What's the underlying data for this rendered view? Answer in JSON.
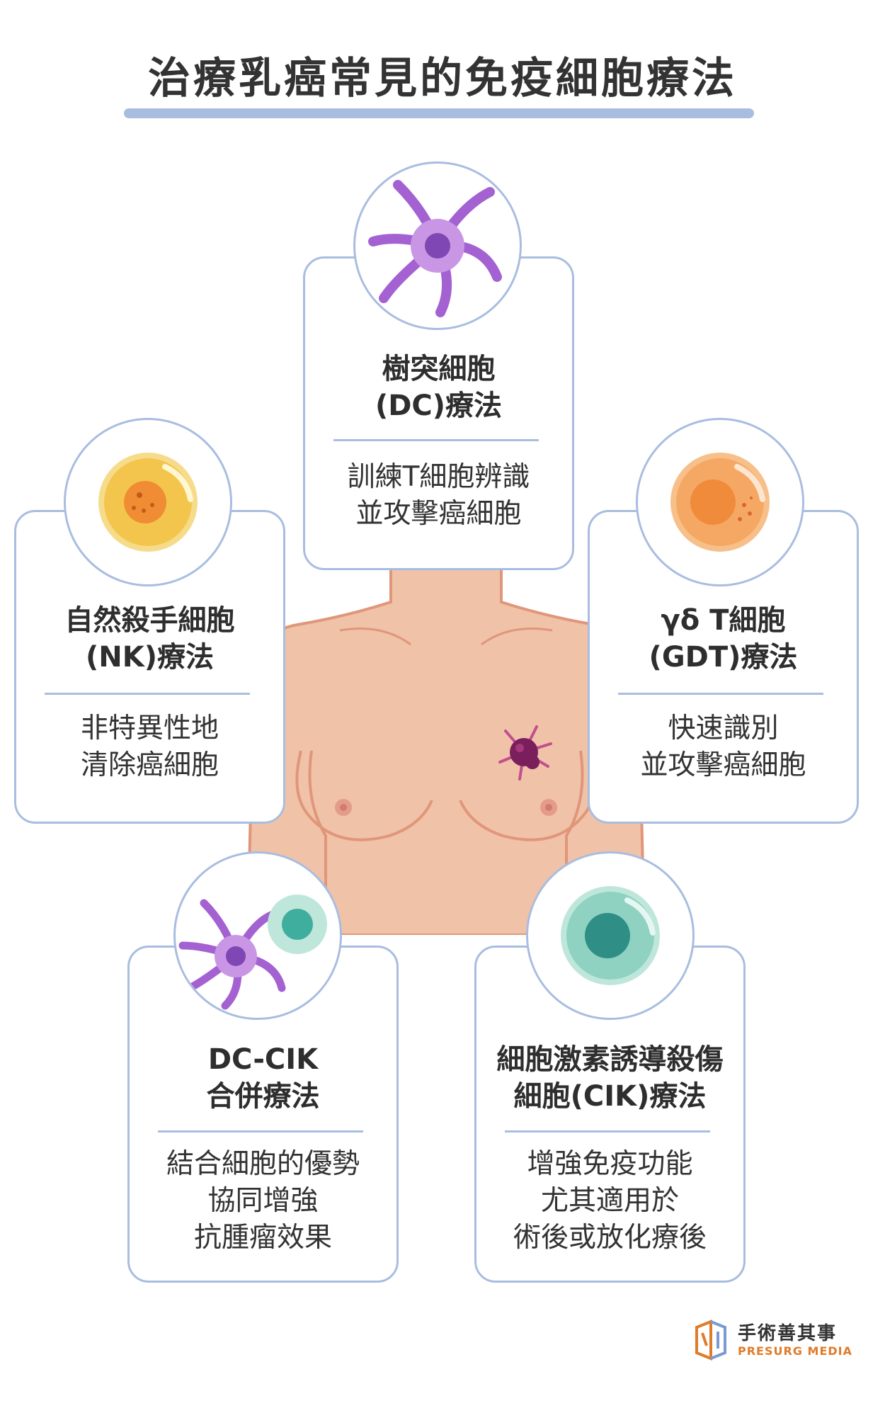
{
  "title": "治療乳癌常見的免疫細胞療法",
  "cards": {
    "dc": {
      "heading1": "樹突細胞",
      "heading2": "(DC)療法",
      "desc1": "訓練T細胞辨識",
      "desc2": "並攻擊癌細胞"
    },
    "nk": {
      "heading1": "自然殺手細胞",
      "heading2": "(NK)療法",
      "desc1": "非特異性地",
      "desc2": "清除癌細胞"
    },
    "gdt": {
      "heading1": "γδ T細胞",
      "heading2": "(GDT)療法",
      "desc1": "快速識別",
      "desc2": "並攻擊癌細胞"
    },
    "dccik": {
      "heading1": "DC-CIK",
      "heading2": "合併療法",
      "desc1": "結合細胞的優勢",
      "desc2": "協同增強",
      "desc3": "抗腫瘤效果"
    },
    "cik": {
      "heading1": "細胞激素誘導殺傷",
      "heading2": "細胞(CIK)療法",
      "desc1": "增強免疫功能",
      "desc2": "尤其適用於",
      "desc3": "術後或放化療後"
    }
  },
  "logo": {
    "name_cn": "手術善其事",
    "name_en": "PRESURG MEDIA"
  },
  "colors": {
    "accent": "#a9bde0",
    "dc_cell": "#a461d1",
    "nk_cell": "#f3c54c",
    "gdt_cell": "#f08b3c",
    "cik_cell": "#3fae9e",
    "skin": "#f0c2a8",
    "tumor": "#7a1f5c"
  }
}
